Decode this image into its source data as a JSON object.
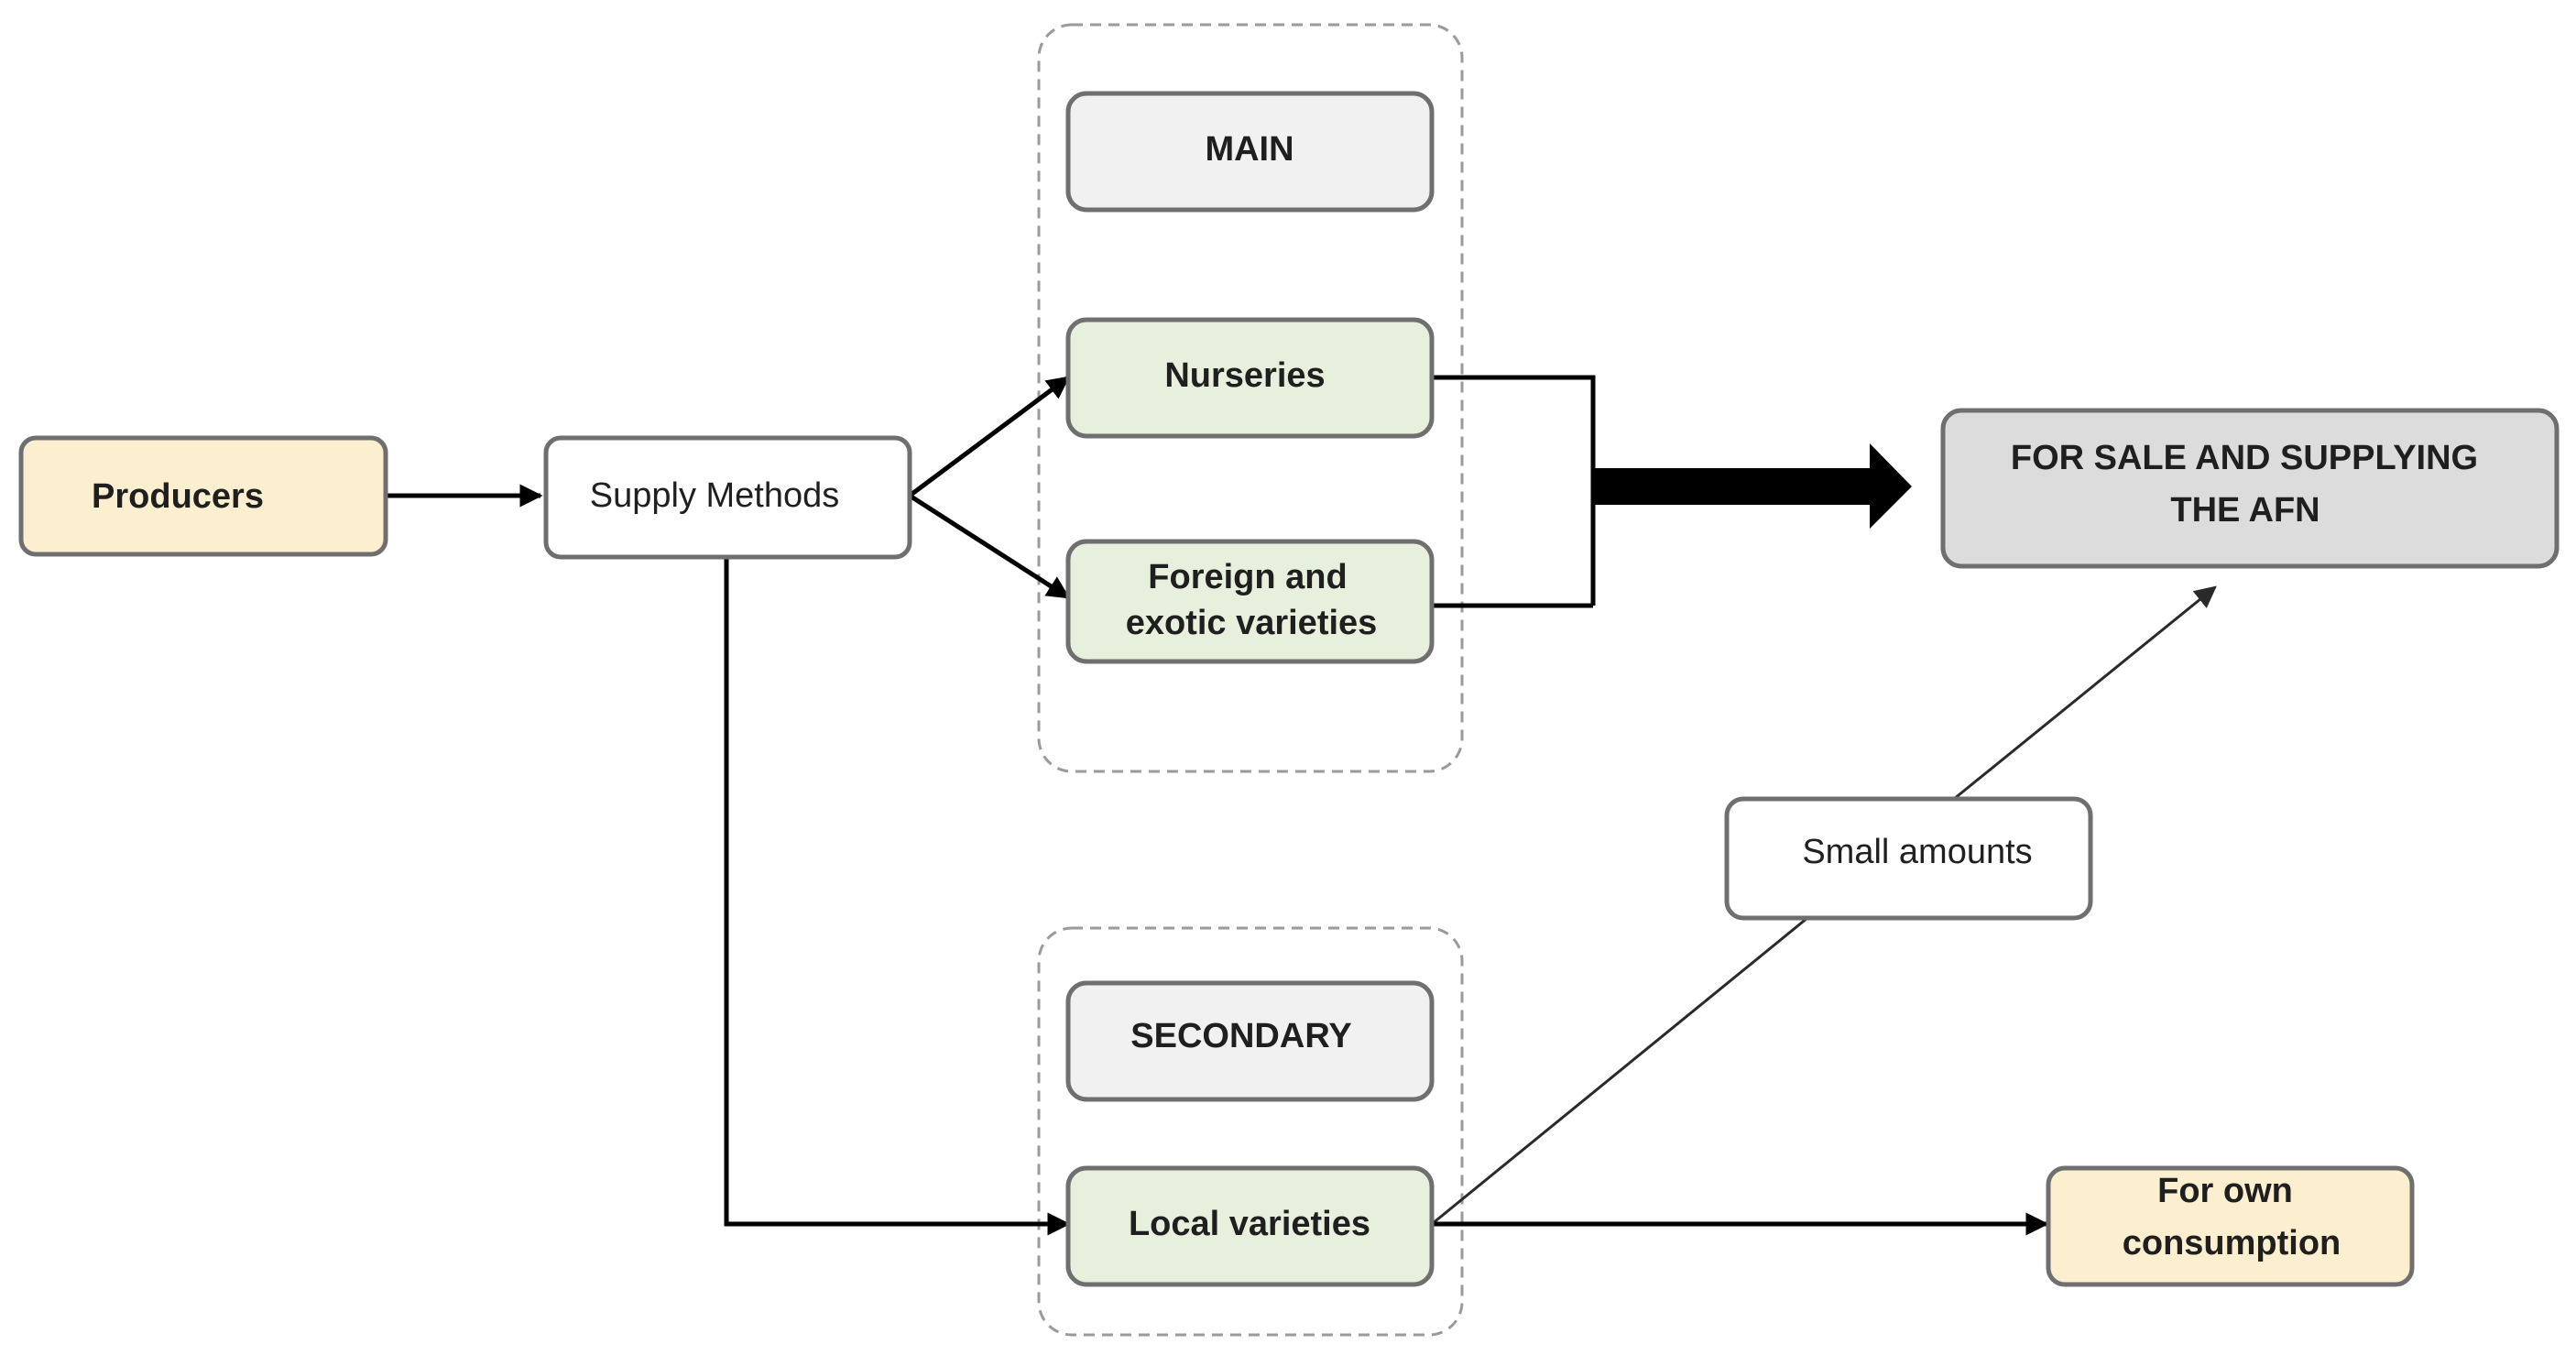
{
  "colors": {
    "producer_fill": "#fcefcf",
    "green_fill": "#e6f0dc",
    "header_fill": "#f1f1f1",
    "sale_fill": "#dcdcdc",
    "white_fill": "#ffffff"
  },
  "nodes": {
    "producers": "Producers",
    "supply_methods": "Supply Methods",
    "main": "MAIN",
    "nurseries": "Nurseries",
    "foreign_line1": "Foreign and",
    "foreign_line2": "exotic varieties",
    "sale_line1": "FOR SALE AND SUPPLYING",
    "sale_line2": "THE AFN",
    "small_amounts": "Small amounts",
    "secondary": "SECONDARY",
    "local_varieties": "Local varieties",
    "own_line1": "For own",
    "own_line2": "consumption"
  }
}
